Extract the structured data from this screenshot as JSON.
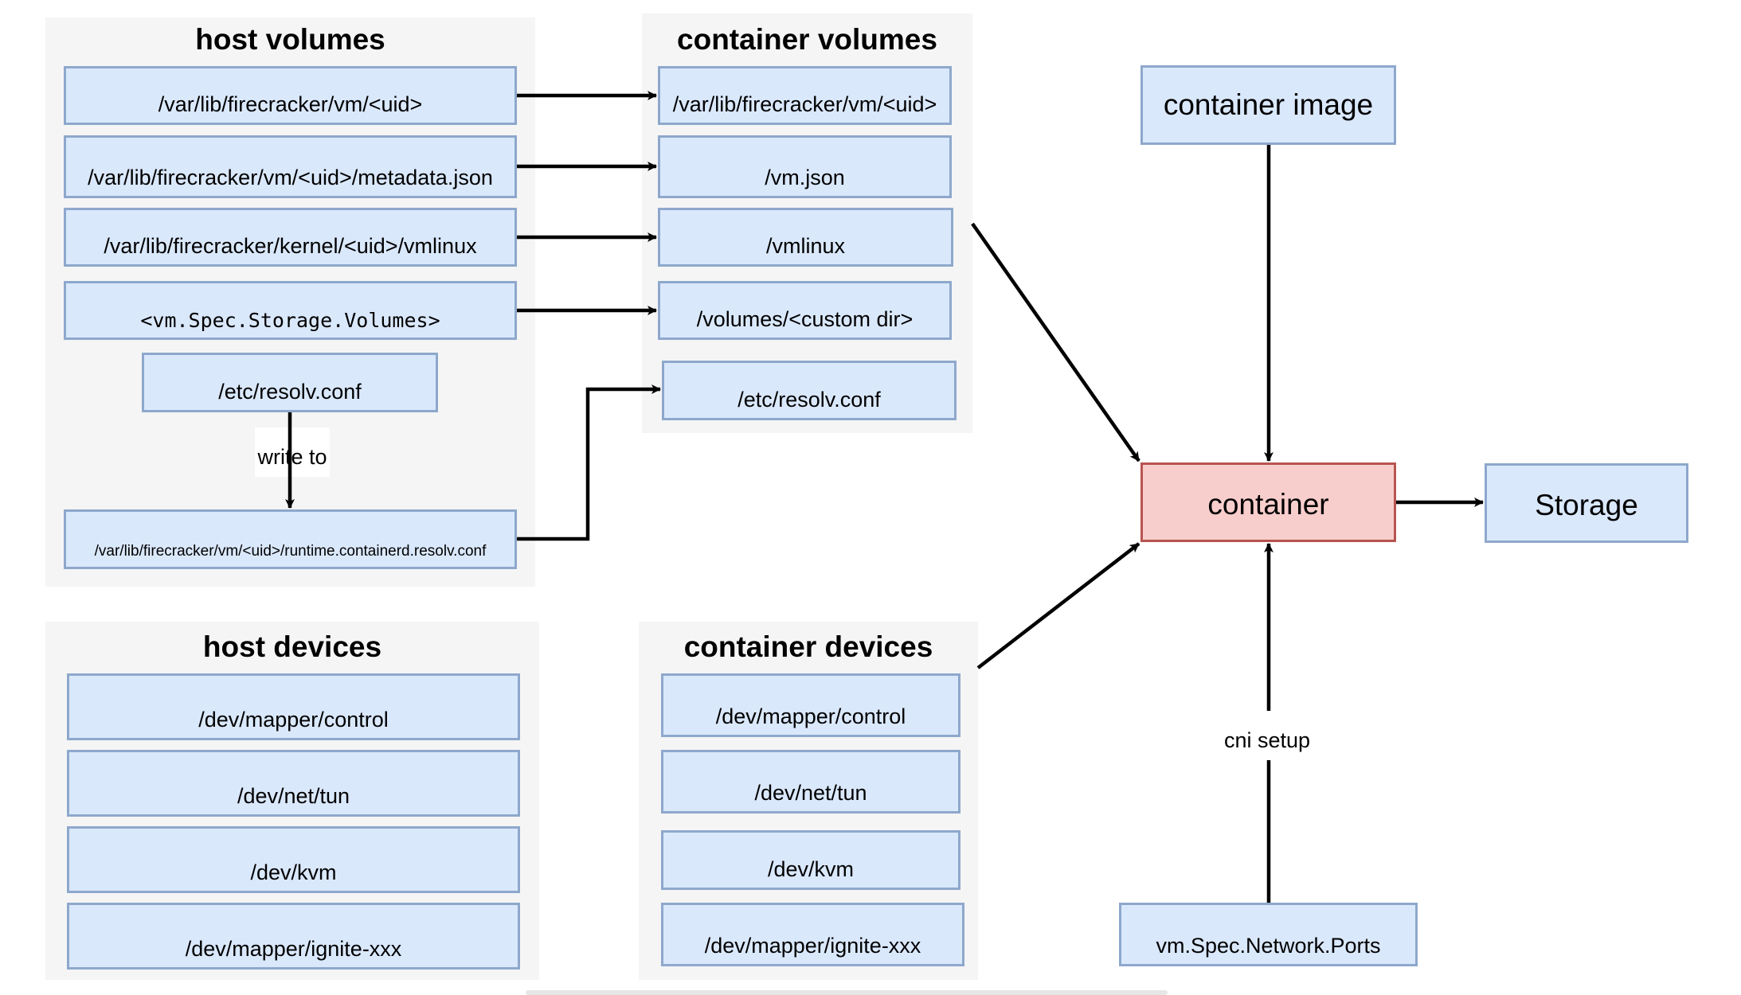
{
  "host_volumes": {
    "title": "host volumes",
    "items": [
      "/var/lib/firecracker/vm/<uid>",
      "/var/lib/firecracker/vm/<uid>/metadata.json",
      "/var/lib/firecracker/kernel/<uid>/vmlinux",
      "<vm.Spec.Storage.Volumes>",
      "/etc/resolv.conf",
      "/var/lib/firecracker/vm/<uid>/runtime.containerd.resolv.conf"
    ],
    "write_to_label": "write to"
  },
  "container_volumes": {
    "title": "container volumes",
    "items": [
      "/var/lib/firecracker/vm/<uid>",
      "/vm.json",
      "/vmlinux",
      "/volumes/<custom dir>",
      "/etc/resolv.conf"
    ]
  },
  "host_devices": {
    "title": "host devices",
    "items": [
      "/dev/mapper/control",
      "/dev/net/tun",
      "/dev/kvm",
      "/dev/mapper/ignite-xxx"
    ]
  },
  "container_devices": {
    "title": "container devices",
    "items": [
      "/dev/mapper/control",
      "/dev/net/tun",
      "/dev/kvm",
      "/dev/mapper/ignite-xxx"
    ]
  },
  "container_image": "container image",
  "container": "container",
  "storage": "Storage",
  "network_ports": "vm.Spec.Network.Ports",
  "cni_setup_label": "cni setup",
  "colors": {
    "group_fill": "#f5f5f5",
    "box_fill": "#dae8fc",
    "box_border": "#8ea8cc",
    "container_fill": "#f8cecc",
    "container_border": "#b85450",
    "arrow": "#000000"
  }
}
